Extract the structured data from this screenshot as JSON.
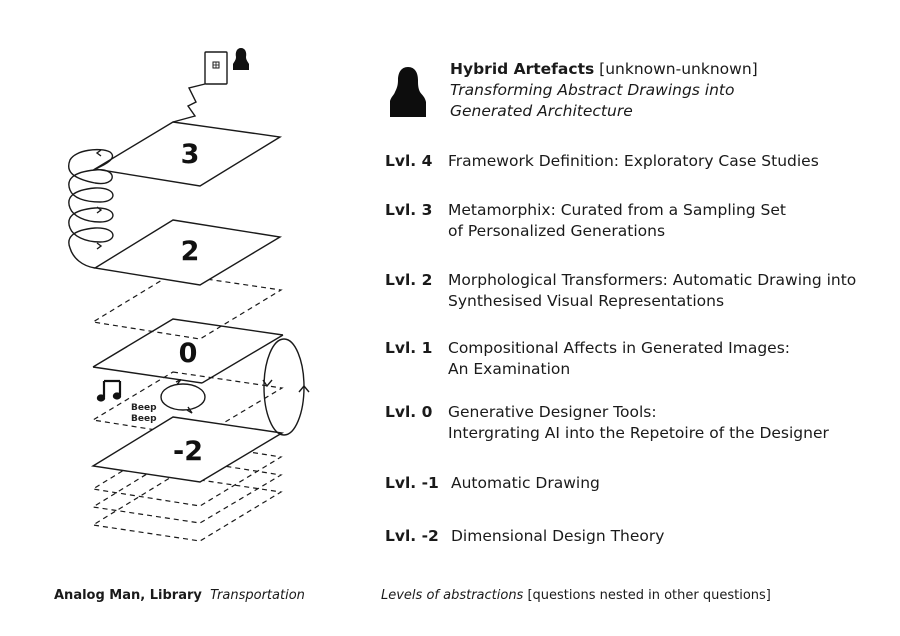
{
  "diagram": {
    "planes": [
      {
        "label": "3",
        "style": "solid"
      },
      {
        "label": "2",
        "style": "solid"
      },
      {
        "label": "",
        "style": "dashed"
      },
      {
        "label": "0",
        "style": "solid"
      },
      {
        "label": "",
        "style": "dashed"
      },
      {
        "label": "-2",
        "style": "solid"
      },
      {
        "label": "",
        "style": "dashed"
      },
      {
        "label": "",
        "style": "dashed"
      },
      {
        "label": "",
        "style": "dashed"
      }
    ],
    "beep_line1": "Beep",
    "beep_line2": "Beep",
    "icons": [
      "door-icon",
      "person-icon",
      "zigzag-connector",
      "spiral-loop",
      "cylinder-loop",
      "music-note-icon",
      "small-loop"
    ]
  },
  "header": {
    "title": "Hybrid Artefacts",
    "title_suffix": " [unknown-unknown]",
    "subtitle_line1": "Transforming Abstract Drawings into",
    "subtitle_line2": "Generated Architecture"
  },
  "levels": [
    {
      "label": "Lvl. 4",
      "lines": [
        "Framework Definition: Exploratory Case Studies"
      ]
    },
    {
      "label": "Lvl. 3",
      "lines": [
        "Metamorphix: Curated from a Sampling Set",
        "of Personalized Generations"
      ]
    },
    {
      "label": "Lvl. 2",
      "lines": [
        "Morphological Transformers: Automatic Drawing into",
        "Synthesised Visual Representations"
      ]
    },
    {
      "label": "Lvl. 1",
      "lines": [
        "Compositional Affects in Generated Images:",
        "An Examination"
      ]
    },
    {
      "label": "Lvl. 0",
      "lines": [
        "Generative Designer Tools:",
        "Intergrating AI into the Repetoire of the Designer"
      ]
    },
    {
      "label": "Lvl. -1",
      "lines": [
        "Automatic Drawing"
      ]
    },
    {
      "label": "Lvl. -2",
      "lines": [
        "Dimensional Design Theory"
      ]
    }
  ],
  "captions": {
    "left_bold": "Analog Man, Library",
    "left_italic": "Transportation",
    "right_italic": "Levels of abstractions",
    "right_rest": " [questions nested in other questions]"
  }
}
